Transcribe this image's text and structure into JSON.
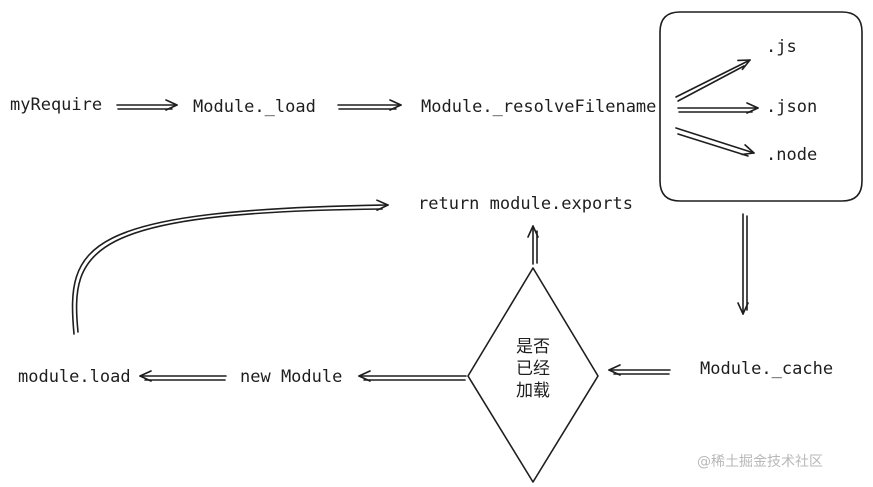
{
  "nodes": {
    "my_require": "myRequire",
    "module_load_fn": "Module._load",
    "resolve_filename": "Module._resolveFilename",
    "ext_js": ".js",
    "ext_json": ".json",
    "ext_node": ".node",
    "return_exports": "return module.exports",
    "module_cache": "Module._cache",
    "decision_line1": "是否",
    "decision_line2": "已经",
    "decision_line3": "加载",
    "new_module": "new Module",
    "module_load": "module.load"
  },
  "watermark": "@稀土掘金技术社区",
  "colors": {
    "stroke": "#1e1e1e",
    "background": "#ffffff",
    "watermark": "#b8b8b8"
  }
}
